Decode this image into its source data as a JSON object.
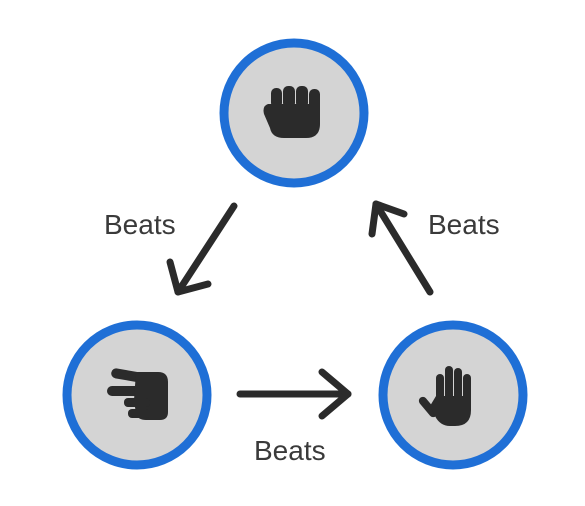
{
  "colors": {
    "ring": "#1f6fd6",
    "node_fill": "#d4d4d4",
    "icon": "#2b2b2b",
    "arrow": "#2b2b2b",
    "label": "#3a3a3a"
  },
  "nodes": [
    {
      "id": "rock",
      "icon": "rock-fist-icon"
    },
    {
      "id": "scissors",
      "icon": "scissors-hand-icon"
    },
    {
      "id": "paper",
      "icon": "paper-hand-icon"
    }
  ],
  "edges": [
    {
      "from": "rock",
      "to": "scissors",
      "label": "Beats"
    },
    {
      "from": "scissors",
      "to": "paper",
      "label": "Beats"
    },
    {
      "from": "paper",
      "to": "rock",
      "label": "Beats"
    }
  ]
}
